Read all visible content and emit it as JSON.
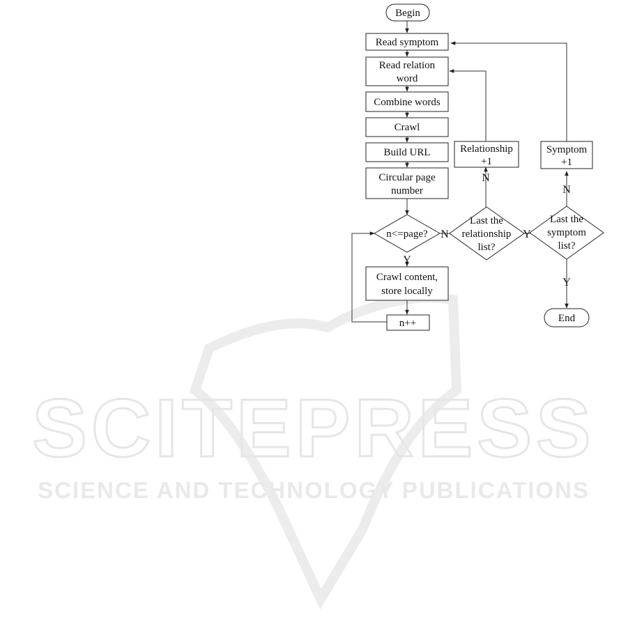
{
  "watermark": {
    "brand": "SCITEPRESS",
    "tagline": "SCIENCE AND TECHNOLOGY PUBLICATIONS"
  },
  "flowchart": {
    "begin": "Begin",
    "read_symptom": "Read symptom",
    "read_relation_word": [
      "Read relation",
      "word"
    ],
    "combine_words": "Combine words",
    "crawl": "Crawl",
    "build_url": "Build URL",
    "circular_page_number": [
      "Circular page",
      "number"
    ],
    "n_le_page": "n<=page?",
    "crawl_content": [
      "Crawl content,",
      "store locally"
    ],
    "n_increment": "n++",
    "relationship_plus_one": [
      "Relationship",
      "+1"
    ],
    "last_relationship": [
      "Last the",
      "relationship",
      "list?"
    ],
    "symptom_plus_one": [
      "Symptom",
      "+1"
    ],
    "last_symptom": [
      "Last the",
      "symptom",
      "list?"
    ],
    "end": "End",
    "edge_labels": {
      "yes": "Y",
      "no": "N"
    }
  }
}
